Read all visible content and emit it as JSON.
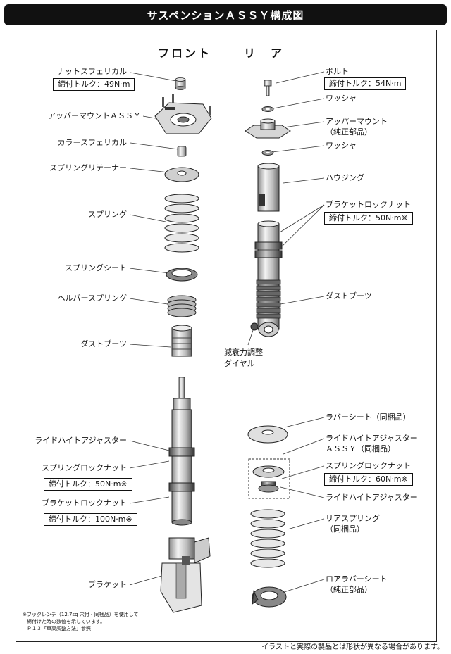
{
  "title": "サスペンションＡＳＳＹ構成図",
  "front_header": "フロント",
  "rear_header": "リ　ア",
  "front": {
    "nut_spherical": "ナットスフェリカル",
    "nut_torque": "締付トルク：49N·m",
    "upper_mount_assy": "アッパーマウントＡＳＳＹ",
    "collar_spherical": "カラースフェリカル",
    "spring_retainer": "スプリングリテーナー",
    "spring": "スプリング",
    "spring_seat": "スプリングシート",
    "helper_spring": "ヘルパースプリング",
    "dust_boot": "ダストブーツ",
    "ride_height_adjuster": "ライドハイトアジャスター",
    "spring_lock_nut": "スプリングロックナット",
    "spring_lock_torque": "締付トルク：50N·m※",
    "bracket_lock_nut": "ブラケットロックナット",
    "bracket_lock_torque": "締付トルク：100N·m※",
    "bracket": "ブラケット"
  },
  "rear": {
    "bolt": "ボルト",
    "bolt_torque": "締付トルク：54N·m",
    "washer_1": "ワッシャ",
    "upper_mount": "アッパーマウント",
    "upper_mount_note": "（純正部品）",
    "washer_2": "ワッシャ",
    "housing": "ハウジング",
    "bracket_lock_nut": "ブラケットロックナット",
    "bracket_lock_torque": "締付トルク：50N·m※",
    "dust_boot": "ダストブーツ",
    "damping_adjust_1": "減衰力調整",
    "damping_adjust_2": "ダイヤル",
    "rubber_seat": "ラバーシート（同梱品）",
    "rha_assy_1": "ライドハイトアジャスター",
    "rha_assy_2": "ＡＳＳＹ（同梱品）",
    "spring_lock_nut": "スプリングロックナット",
    "spring_lock_torque": "締付トルク：60N·m※",
    "ride_height_adjuster": "ライドハイトアジャスター",
    "rear_spring_1": "リアスプリング",
    "rear_spring_2": "（同梱品）",
    "lower_rubber_seat_1": "ロアラバーシート",
    "lower_rubber_seat_2": "（純正部品）"
  },
  "note_1": "※フックレンチ（12.7sq 穴付・同梱品）を使用して",
  "note_2": "締付けた時の数値を示しています。",
  "note_3": "Ｐ１３「車高調整方法」参照",
  "footer": "イラストと実際の製品とは形状が異なる場合があります。"
}
